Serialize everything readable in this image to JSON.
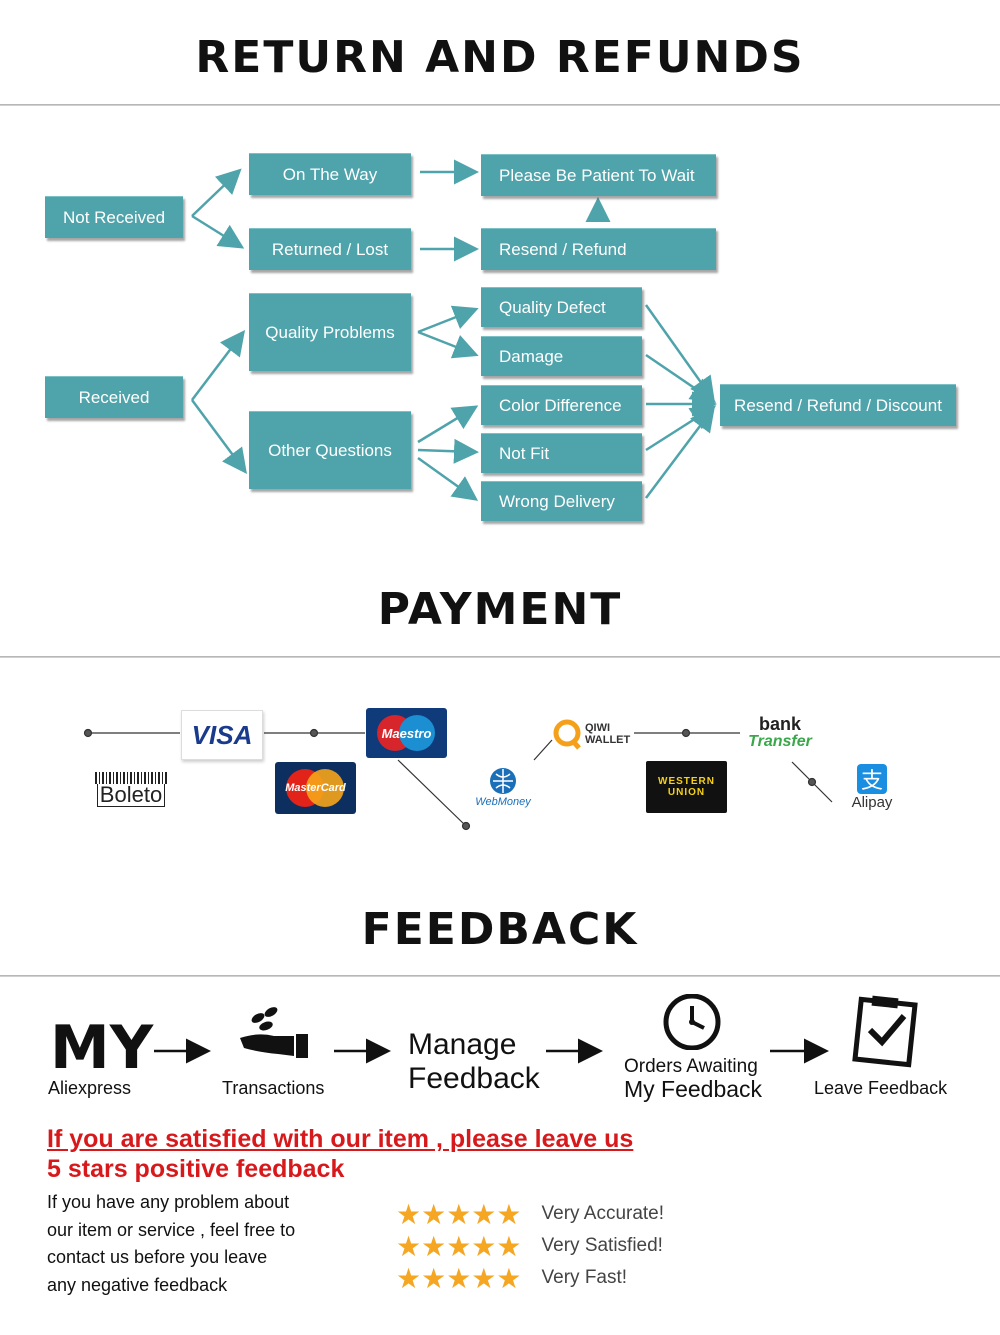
{
  "sections": {
    "returns_title": "RETURN AND REFUNDS",
    "payment_title": "PAYMENT",
    "feedback_title": "FEEDBACK"
  },
  "flow": {
    "not_received": "Not Received",
    "on_the_way": "On The Way",
    "returned_lost": "Returned / Lost",
    "please_wait": "Please Be Patient To Wait",
    "resend_refund": "Resend / Refund",
    "received": "Received",
    "quality_problems": "Quality Problems",
    "other_questions": "Other Questions",
    "quality_defect": "Quality Defect",
    "damage": "Damage",
    "color_difference": "Color Difference",
    "not_fit": "Not Fit",
    "wrong_delivery": "Wrong Delivery",
    "resend_refund_discount": "Resend / Refund / Discount",
    "box_color": "#4fa3aa",
    "arrow_color": "#4fa3aa"
  },
  "payment": {
    "visa": "VISA",
    "maestro": "Maestro",
    "mastercard": "MasterCard",
    "boleto": "Boleto",
    "webmoney": "WebMoney",
    "qiwi_line1": "QIWI",
    "qiwi_line2": "WALLET",
    "western_union_line1": "WESTERN",
    "western_union_line2": "UNION",
    "bank_line1": "bank",
    "bank_line2": "Transfer",
    "alipay": "Alipay",
    "alipay_glyph": "支"
  },
  "feedback": {
    "my": "MY",
    "aliexpress": "Aliexpress",
    "transactions": "Transactions",
    "manage_line1": "Manage",
    "manage_line2": "Feedback",
    "orders_line1": "Orders Awaiting",
    "orders_line2": "My Feedback",
    "leave_feedback": "Leave Feedback",
    "headline_line1": "If you are satisfied with our item , please leave us",
    "headline_line2": "5 stars positive feedback",
    "body_line1": "If you have any problem about",
    "body_line2": "our item or service , feel free to",
    "body_line3": "contact us before you  leave",
    "body_line4": "any negative feedback",
    "ratings": [
      {
        "label": "Very Accurate!",
        "stars": 5
      },
      {
        "label": "Very Satisfied!",
        "stars": 5
      },
      {
        "label": "Very Fast!",
        "stars": 5
      }
    ],
    "headline_color": "#d7191c",
    "star_color": "#f5a623"
  }
}
